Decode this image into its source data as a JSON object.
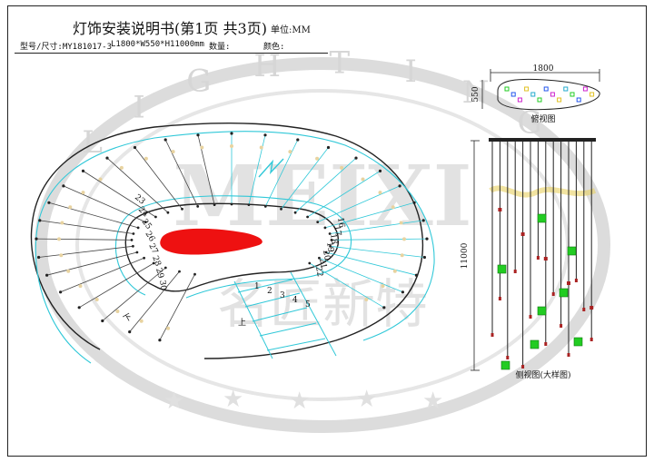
{
  "header": {
    "title": "灯饰安装说明书(第1页 共3页)",
    "unit": "单位:MM",
    "model_label": "型号/尺寸:MY181017-3",
    "dimensions": "L1800*W550*H11000mm",
    "quantity_label": "数量:",
    "color_label": "颜色:"
  },
  "top_view": {
    "width_dim": "1800",
    "depth_dim": "550",
    "caption": "俯视图"
  },
  "side_view": {
    "height_dim": "11000",
    "caption": "侧视图(大样图)"
  },
  "staircase": {
    "step_numbers_left": [
      "23",
      "24",
      "25",
      "26",
      "27",
      "28",
      "29",
      "30"
    ],
    "step_numbers_right": [
      "16",
      "17",
      "18",
      "19",
      "20",
      "21",
      "22"
    ],
    "step_numbers_lower": [
      "1",
      "2",
      "3",
      "4",
      "5"
    ],
    "down_label": "下",
    "up_label": "上"
  },
  "watermark": {
    "ring_text": "LIGHTING",
    "logo_text": "MEIXI",
    "cn_text": "名匠新特"
  },
  "colors": {
    "line": "#222222",
    "cyan": "#30c8d8",
    "red": "#ee1111",
    "green": "#22cc22",
    "watermark": "#d8d8d8"
  }
}
